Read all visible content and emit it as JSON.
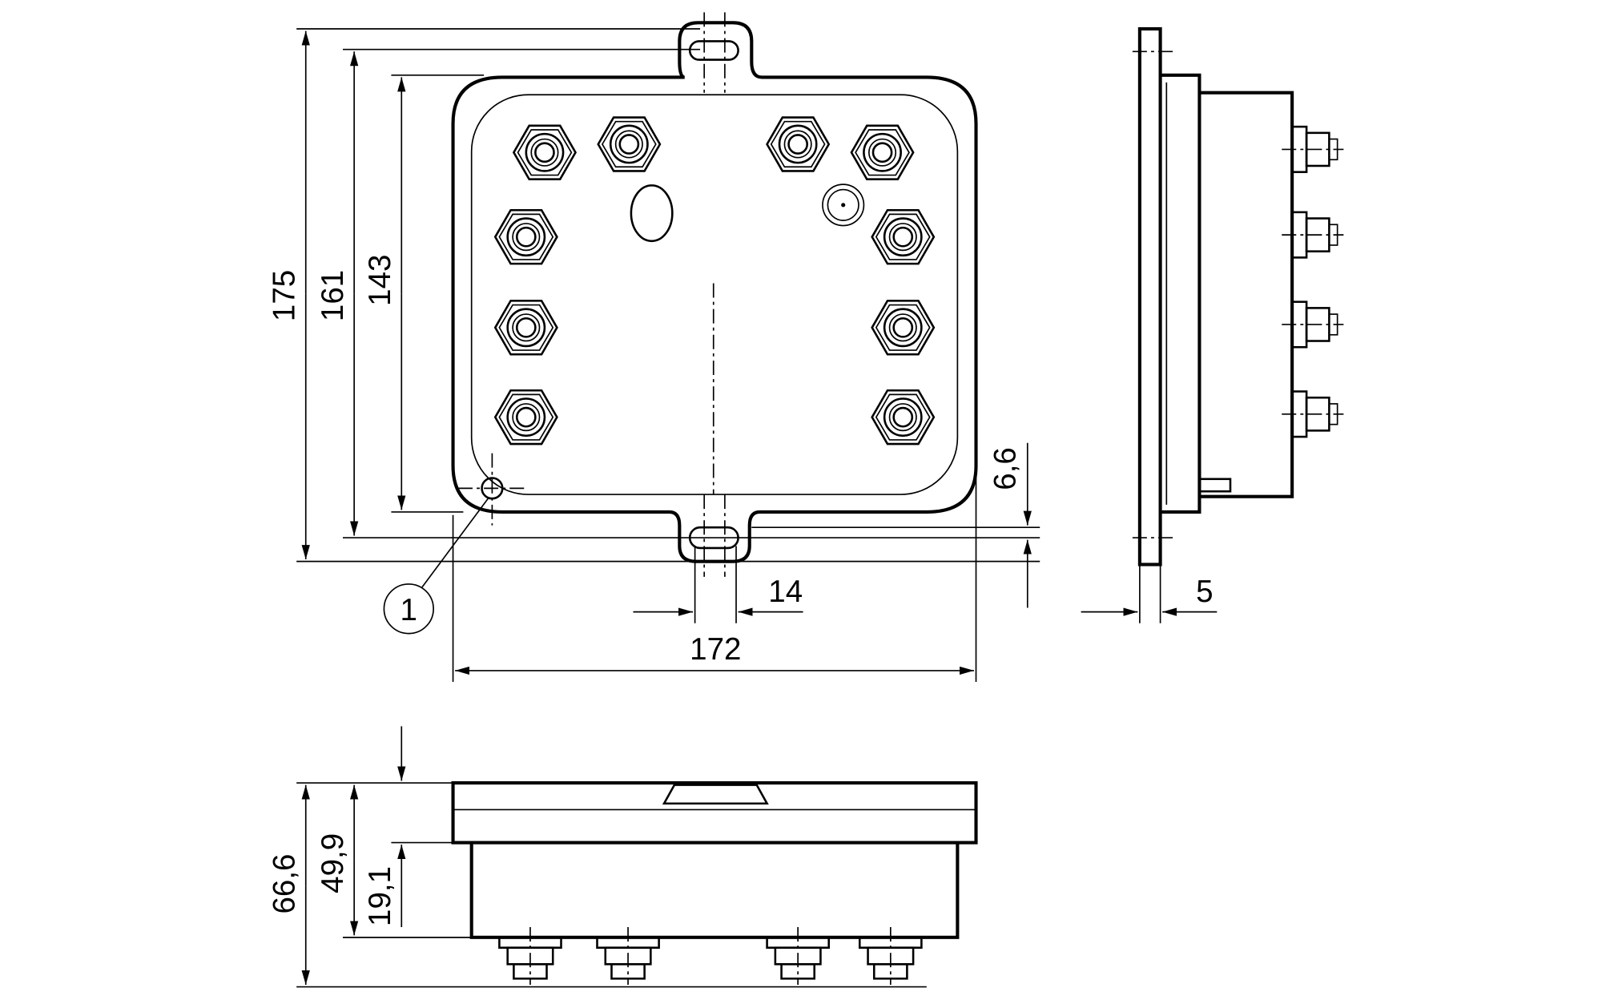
{
  "drawing": {
    "front_view": {
      "height_overall": "175",
      "height_hole_pitch": "161",
      "height_body": "143",
      "tab_offset": "6,6",
      "tab_width": "14",
      "width_overall": "172",
      "callout": "1"
    },
    "side_view": {
      "plate_thickness": "5"
    },
    "bottom_view": {
      "depth_overall": "66,6",
      "depth_body": "49,9",
      "depth_plate": "19,1"
    }
  }
}
